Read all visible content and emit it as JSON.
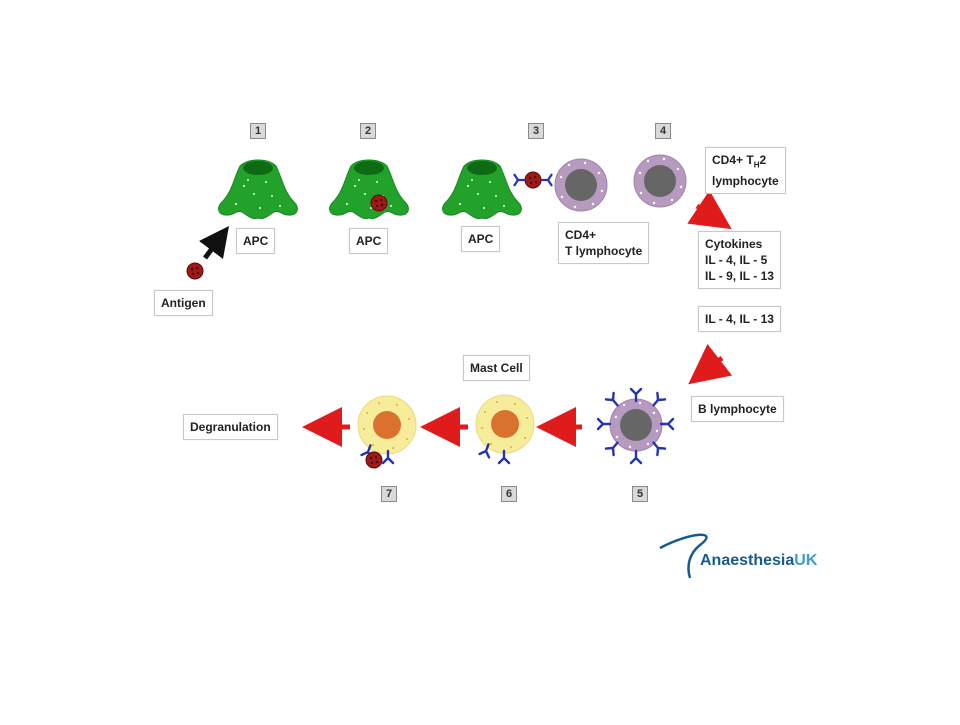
{
  "steps": [
    "1",
    "2",
    "3",
    "4",
    "5",
    "6",
    "7"
  ],
  "labels": {
    "apc": "APC",
    "antigen": "Antigen",
    "cd4_t_1": "CD4+",
    "cd4_t_2": "T lymphocyte",
    "th2_1": "CD4+ T",
    "th2_sub": "H",
    "th2_num": "2",
    "th2_2": "lymphocyte",
    "cytokines": [
      "Cytokines",
      "IL - 4, IL - 5",
      "IL - 9, IL - 13"
    ],
    "il_4_13": "IL - 4, IL - 13",
    "b_lymphocyte": "B lymphocyte",
    "mast_cell": "Mast Cell",
    "degranulation": "Degranulation"
  },
  "logo": {
    "part1": "Anaesthesia",
    "part2": "UK"
  },
  "colors": {
    "apc": "#22a22a",
    "apc_dark": "#137a1a",
    "lymphocyte": "#b79ac0",
    "nucleus": "#666666",
    "mast": "#f6ec9a",
    "mast_nucleus": "#d8722e",
    "antibody": "#2433b0",
    "antigen": "#a01818",
    "arrow_red": "#e01b1b",
    "arrow_black": "#111111"
  }
}
